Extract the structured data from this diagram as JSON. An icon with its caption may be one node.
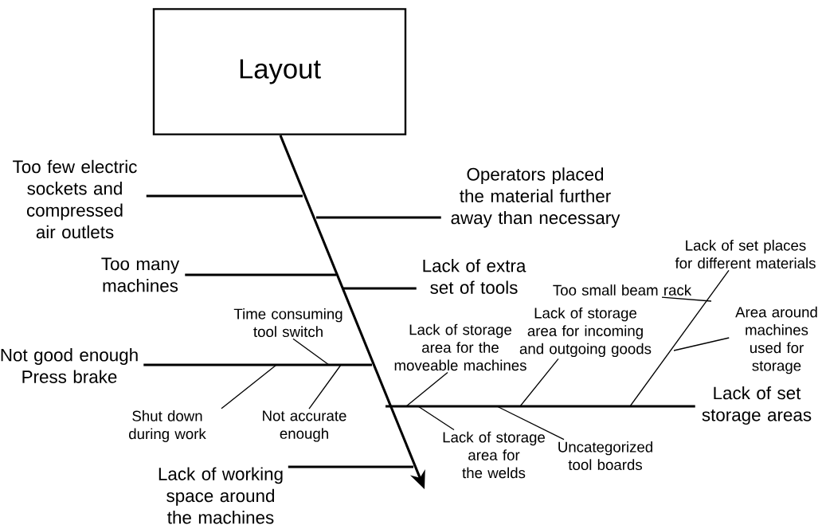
{
  "diagram": {
    "nodes": [
      {
        "text": [
          "Layout"
        ]
      },
      {
        "text": [
          "Too few electric sockets and compressed air outlets"
        ]
      },
      {
        "text": [
          "Operators placed the material further away than necessary"
        ]
      },
      {
        "text": [
          "Too many machines"
        ]
      },
      {
        "text": [
          "Lack of extra set of tools"
        ]
      },
      {
        "text": [
          "Not good enough Press brake"
        ]
      },
      {
        "text": [
          "Time consuming tool switch"
        ]
      },
      {
        "text": [
          "Shut down during work"
        ]
      },
      {
        "text": [
          "Not accurate enough"
        ]
      },
      {
        "text": [
          "Lack of set storage areas"
        ]
      },
      {
        "text": [
          "Lack of storage area for the moveable machines"
        ]
      },
      {
        "text": [
          "Lack of storage area for incoming and outgoing goods"
        ]
      },
      {
        "text": [
          "Too small beam rack"
        ]
      },
      {
        "text": [
          "Lack of set places for different materials"
        ]
      },
      {
        "text": [
          "Area around machines used for storage"
        ]
      },
      {
        "text": [
          "Lack of storage area for the welds"
        ]
      },
      {
        "text": [
          "Uncategorized tool boards"
        ]
      },
      {
        "text": [
          "Lack of working space around the machines"
        ]
      }
    ],
    "edges": [
      {
        "from": 0,
        "to": null,
        "arrow": "to",
        "style": "thick"
      },
      {
        "from": 1,
        "to": null,
        "arrow": "none",
        "style": "thick"
      },
      {
        "from": 2,
        "to": null,
        "arrow": "none",
        "style": "thick"
      },
      {
        "from": 3,
        "to": null,
        "arrow": "none",
        "style": "thick"
      },
      {
        "from": 4,
        "to": null,
        "arrow": "none",
        "style": "thick"
      },
      {
        "from": 5,
        "to": null,
        "arrow": "none",
        "style": "thick"
      },
      {
        "from": 6,
        "to": null,
        "arrow": "none"
      },
      {
        "from": 7,
        "to": null,
        "arrow": "none"
      },
      {
        "from": 8,
        "to": null,
        "arrow": "none"
      },
      {
        "from": 9,
        "to": null,
        "arrow": "none",
        "style": "thick"
      },
      {
        "from": 10,
        "to": null,
        "arrow": "none"
      },
      {
        "from": 11,
        "to": null,
        "arrow": "none"
      },
      {
        "from": 12,
        "to": null,
        "arrow": "none"
      },
      {
        "from": 13,
        "to": null,
        "arrow": "none"
      },
      {
        "from": 14,
        "to": null,
        "arrow": "none"
      },
      {
        "from": 15,
        "to": null,
        "arrow": "none"
      },
      {
        "from": 16,
        "to": null,
        "arrow": "none"
      },
      {
        "from": 17,
        "to": null,
        "arrow": "none",
        "style": "thick"
      }
    ]
  }
}
